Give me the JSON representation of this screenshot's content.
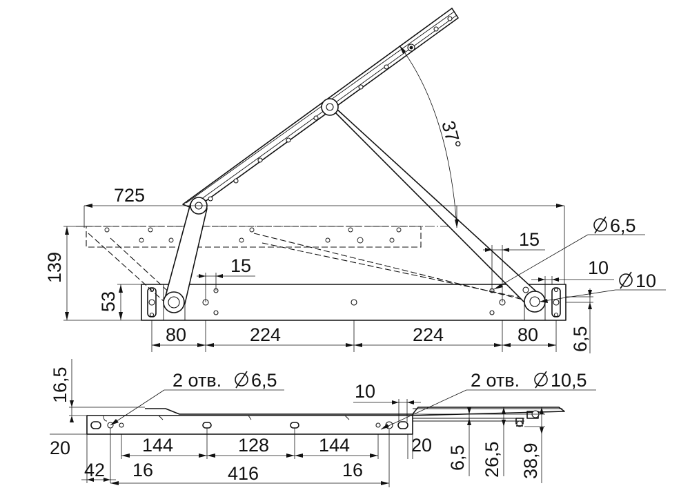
{
  "dimensions": {
    "top_view": {
      "overall_length": "725",
      "overall_height": "139",
      "base_height": "53",
      "angle": "37°",
      "offset_15_left": "15",
      "offset_15_right": "15",
      "offset_10": "10",
      "offset_6_5": "6,5",
      "hole_small": "6,5",
      "hole_large": "10",
      "spacing": [
        "80",
        "224",
        "224",
        "80"
      ]
    },
    "bottom_view": {
      "height_16_5": "16,5",
      "height_20": "20",
      "edge_20": "20",
      "holes_note_small": "2 отв.",
      "holes_dia_small": "6,5",
      "holes_note_large": "2 отв.",
      "holes_dia_large": "10,5",
      "slot_10": "10",
      "spacing": [
        "144",
        "128",
        "144"
      ],
      "edge_42": "42",
      "offset_16_left": "16",
      "total_416": "416",
      "offset_16_right": "16",
      "v_6_5": "6,5",
      "v_26_5": "26,5",
      "v_38_9": "38,9"
    }
  },
  "symbols": {
    "diameter": "diameter-icon"
  }
}
